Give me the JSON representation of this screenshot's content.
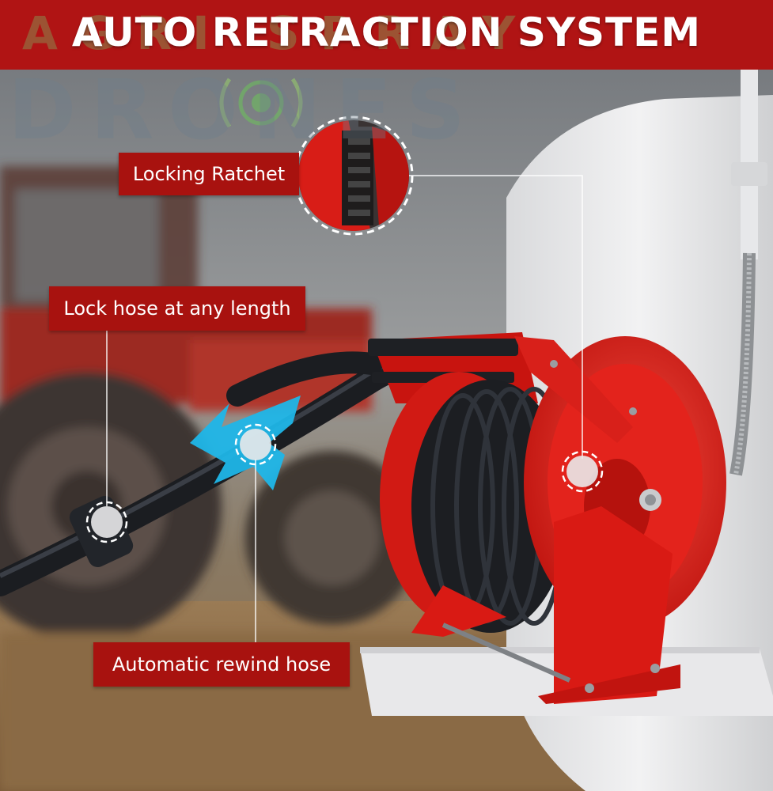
{
  "header": {
    "title": "AUTO RETRACTION SYSTEM"
  },
  "watermark": {
    "line1": "AGRI SPRAY",
    "line2": "DRONES"
  },
  "callouts": {
    "ratchet": "Locking Ratchet",
    "lock_hose": "Lock hose at any length",
    "rewind": "Automatic rewind hose"
  },
  "colors": {
    "brand_red": "#b01414",
    "reel_red": "#e0201d",
    "arrow_blue": "#1fb6e8"
  }
}
